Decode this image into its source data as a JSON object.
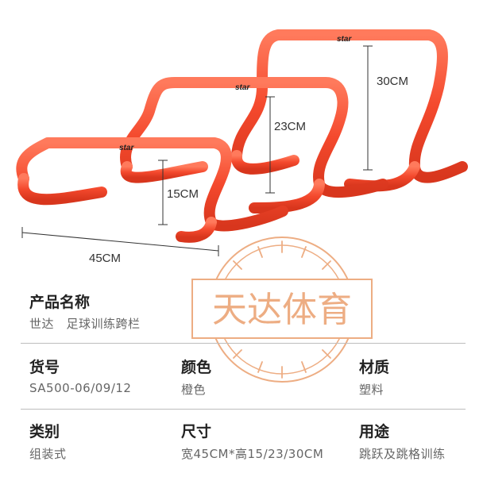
{
  "illustration": {
    "brand_logo_text": "star",
    "dimensions": {
      "width": "45CM",
      "height_small": "15CM",
      "height_mid": "23CM",
      "height_large": "30CM"
    },
    "watermark_text": "天达体育",
    "hurdle_color": "#f4492d",
    "watermark_color": "#e8925a"
  },
  "specs": {
    "product_name": {
      "label": "产品名称",
      "value": "世达　足球训练跨栏"
    },
    "item_no": {
      "label": "货号",
      "value": "SA500-06/09/12"
    },
    "color": {
      "label": "颜色",
      "value": "橙色"
    },
    "material": {
      "label": "材质",
      "value": "塑料"
    },
    "category": {
      "label": "类别",
      "value": "组装式"
    },
    "size": {
      "label": "尺寸",
      "value": "宽45CM*高15/23/30CM"
    },
    "usage": {
      "label": "用途",
      "value": "跳跃及跳格训练"
    }
  }
}
